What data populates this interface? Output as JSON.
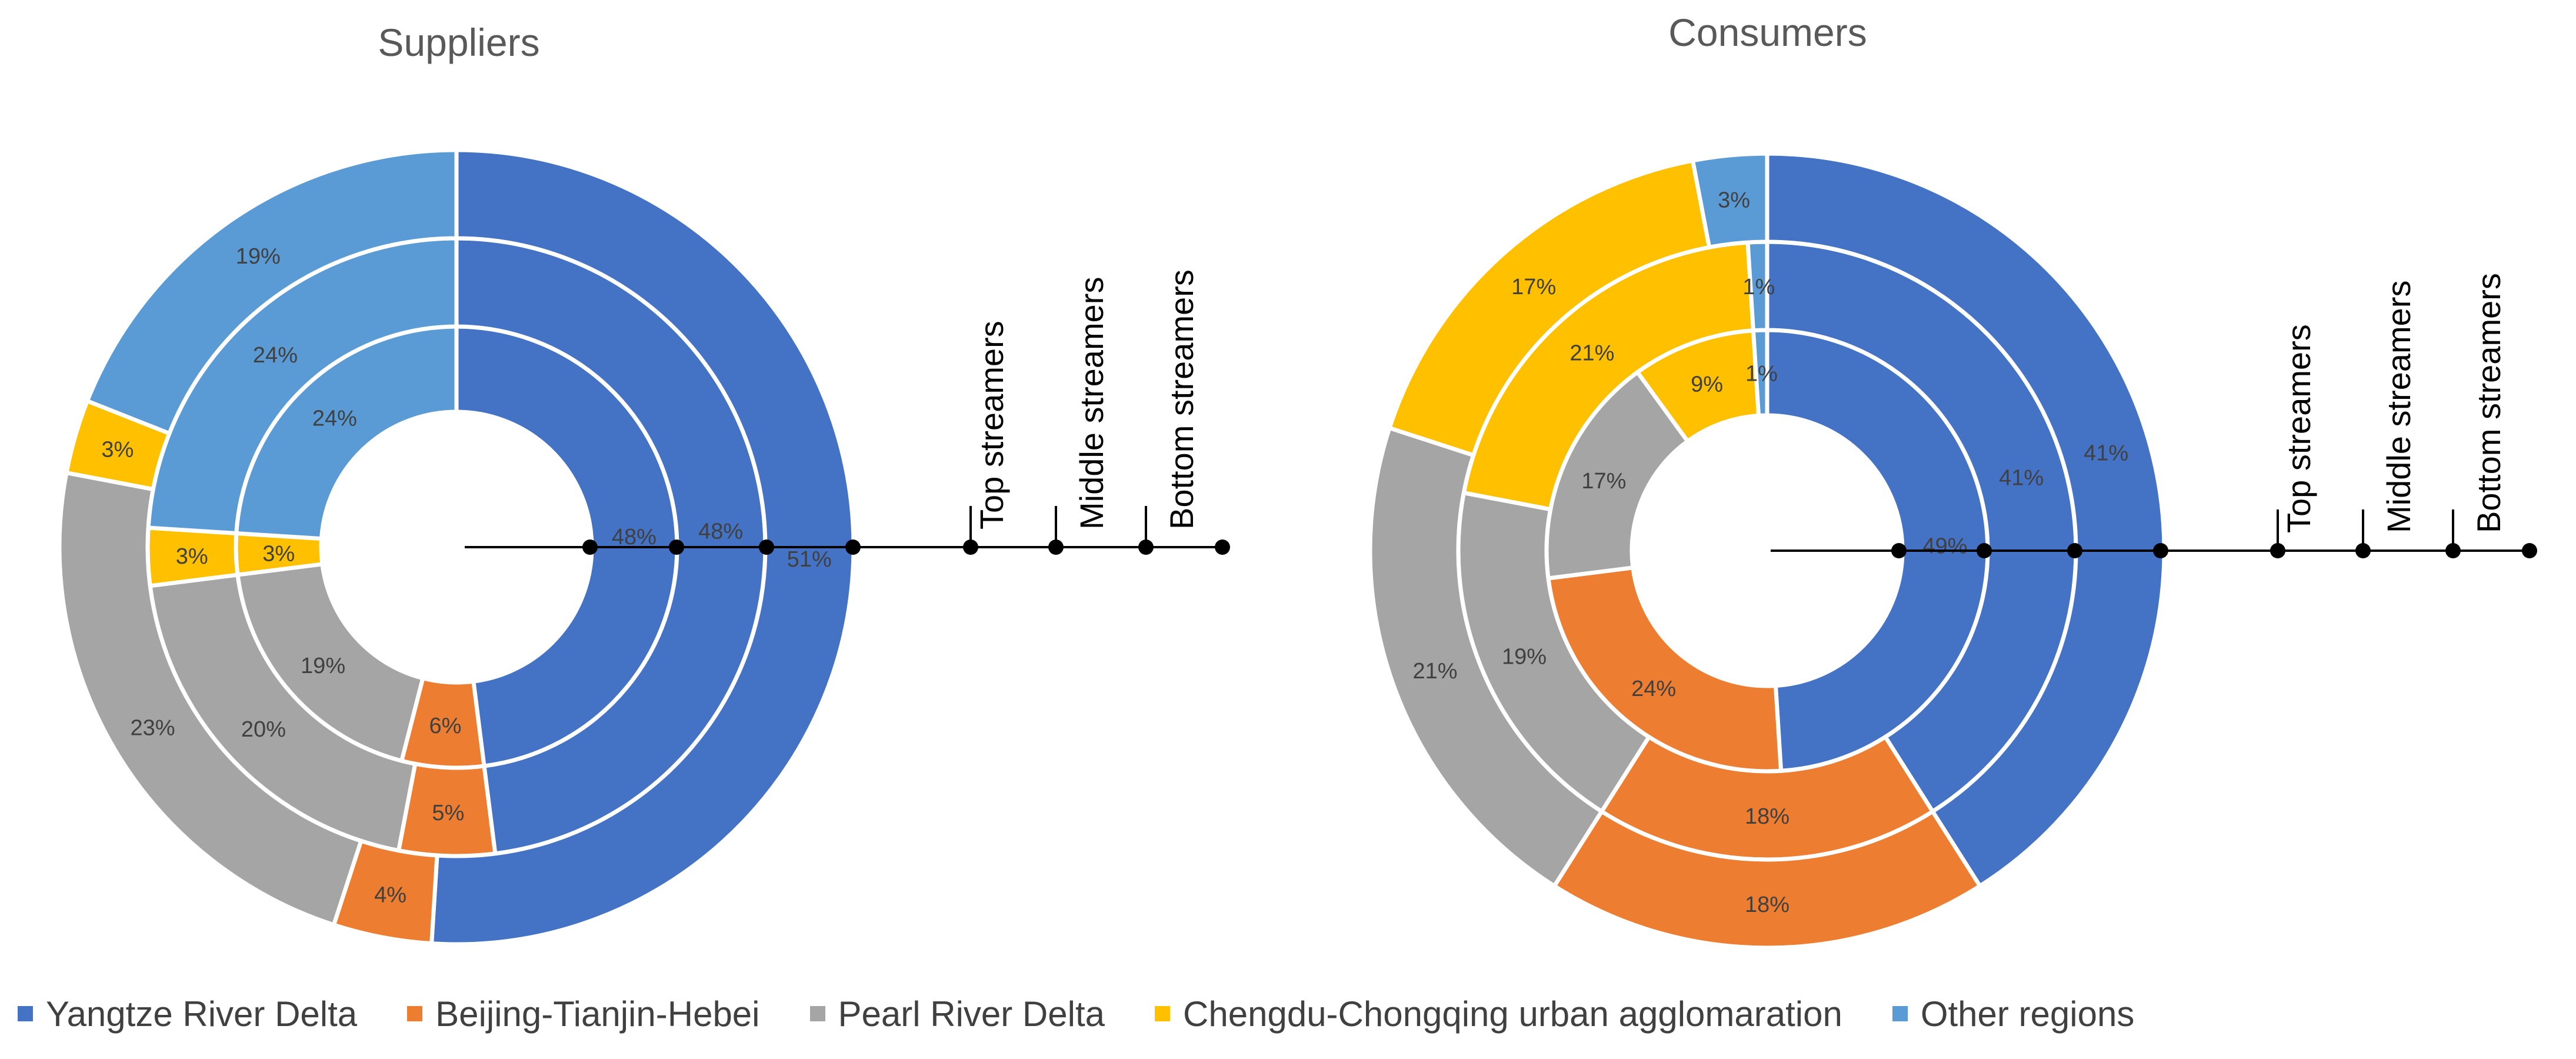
{
  "chart_data": [
    {
      "type": "donut",
      "title": "Suppliers",
      "rings": [
        {
          "name": "Bottom streamers",
          "values": [
            48,
            6,
            19,
            3,
            24
          ]
        },
        {
          "name": "Middle streamers",
          "values": [
            48,
            5,
            20,
            3,
            24
          ]
        },
        {
          "name": "Top streamers",
          "values": [
            51,
            4,
            23,
            3,
            19
          ]
        }
      ],
      "labels": {
        "0": [
          "48%",
          "6%",
          "19%",
          "3%",
          "24%"
        ],
        "1": [
          "48%",
          "5%",
          "20%",
          "3%",
          "24%"
        ],
        "2": [
          "51%",
          "4%",
          "23%",
          "3%",
          "19%"
        ]
      },
      "axis_labels": [
        "Top streamers",
        "Middle streamers",
        "Bottom streamers"
      ]
    },
    {
      "type": "donut",
      "title": "Consumers",
      "rings": [
        {
          "name": "Bottom streamers",
          "values": [
            49,
            24,
            17,
            9,
            1
          ]
        },
        {
          "name": "Middle streamers",
          "values": [
            41,
            18,
            19,
            21,
            1
          ]
        },
        {
          "name": "Top streamers",
          "values": [
            41,
            18,
            21,
            17,
            3
          ]
        }
      ],
      "labels": {
        "0": [
          "49%",
          "24%",
          "17%",
          "9%",
          "1%"
        ],
        "1": [
          "41%",
          "18%",
          "19%",
          "21%",
          "1%"
        ],
        "2": [
          "41%",
          "18%",
          "21%",
          "17%",
          "3%"
        ]
      },
      "axis_labels": [
        "Top streamers",
        "Middle streamers",
        "Bottom streamers"
      ]
    }
  ],
  "categories": [
    "Yangtze River Delta",
    "Beijing-Tianjin-Hebei",
    "Pearl River Delta",
    "Chengdu-Chongqing urban agglomaration",
    "Other regions"
  ],
  "colors": [
    "#4472C4",
    "#ED7D31",
    "#A5A5A5",
    "#FFC000",
    "#5B9BD5"
  ],
  "legend": [
    {
      "label": "Yangtze River Delta",
      "color": "#4472C4"
    },
    {
      "label": "Beijing-Tianjin-Hebei",
      "color": "#ED7D31"
    },
    {
      "label": "Pearl River Delta",
      "color": "#A5A5A5"
    },
    {
      "label": "Chengdu-Chongqing urban agglomaration",
      "color": "#FFC000"
    },
    {
      "label": "Other regions",
      "color": "#5B9BD5"
    }
  ]
}
